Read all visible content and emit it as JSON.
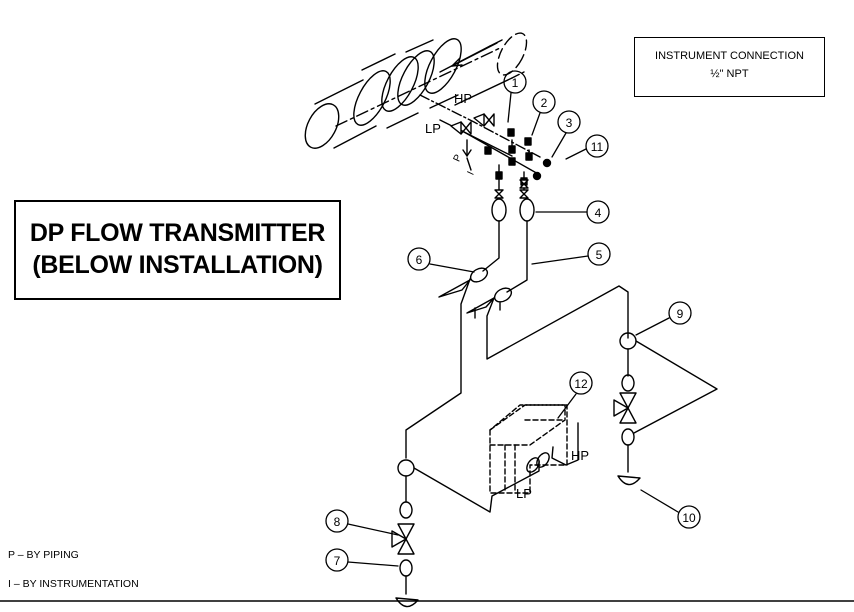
{
  "title": {
    "line1": "DP FLOW TRANSMITTER",
    "line2": "(BELOW INSTALLATION)"
  },
  "connection_note": {
    "line1": "INSTRUMENT CONNECTION",
    "line2": "½\" NPT"
  },
  "legend": {
    "p": "P – BY PIPING",
    "i": "I – BY INSTRUMENTATION"
  },
  "labels": {
    "hp_top": "HP",
    "lp_top": "LP",
    "hp_transmitter": "HP",
    "lp_transmitter": "LP",
    "p_mark": "P",
    "i_mark": "I"
  },
  "callouts": [
    "1",
    "2",
    "3",
    "4",
    "5",
    "6",
    "7",
    "8",
    "9",
    "10",
    "11",
    "12"
  ]
}
